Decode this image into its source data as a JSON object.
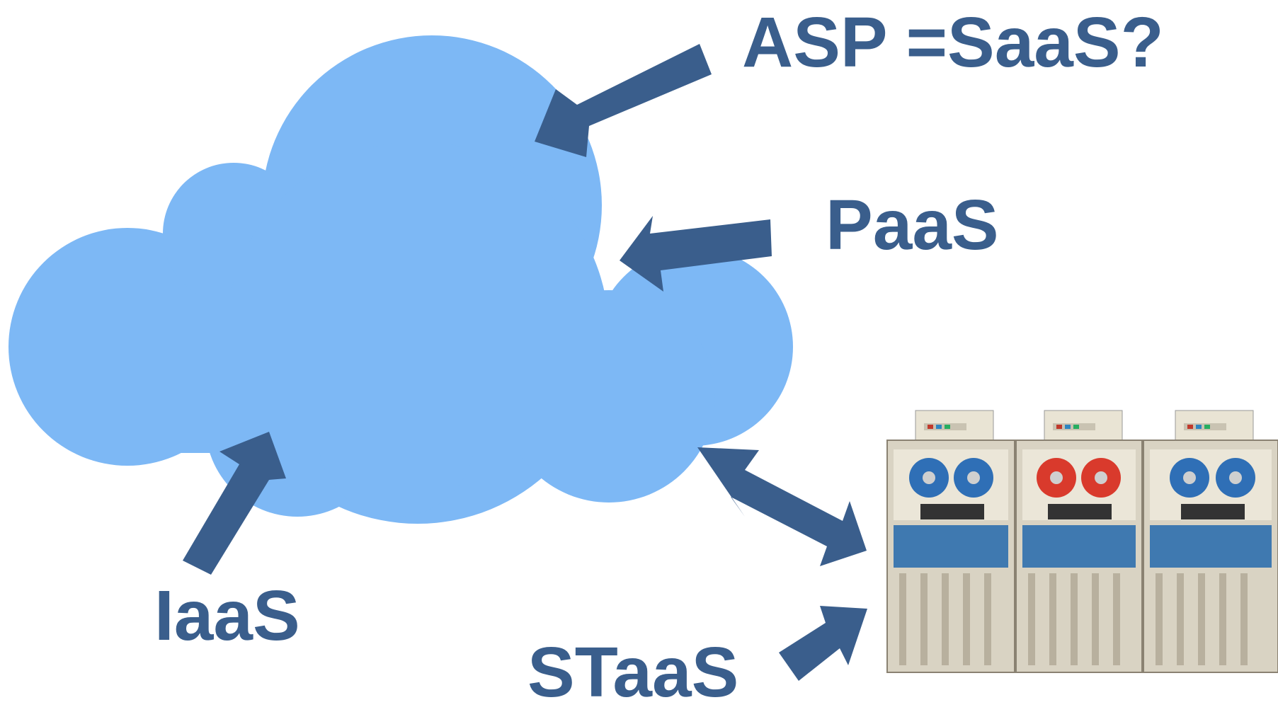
{
  "labels": {
    "asp": "ASP  =SaaS?",
    "paas": "PaaS",
    "iaas": "IaaS",
    "staas": "STaaS"
  },
  "colors": {
    "cloud": "#7db8f5",
    "arrow": "#3a5e8c",
    "text": "#3a5e8c",
    "tape_blue": "#2f6fb6",
    "tape_red": "#d93a2c",
    "cabinet": "#d9d3c3",
    "cabinet_panel": "#3f79b0"
  },
  "image": {
    "subject": "tape-drive-cabinets",
    "reel_colors": [
      "blue",
      "red",
      "blue"
    ]
  }
}
